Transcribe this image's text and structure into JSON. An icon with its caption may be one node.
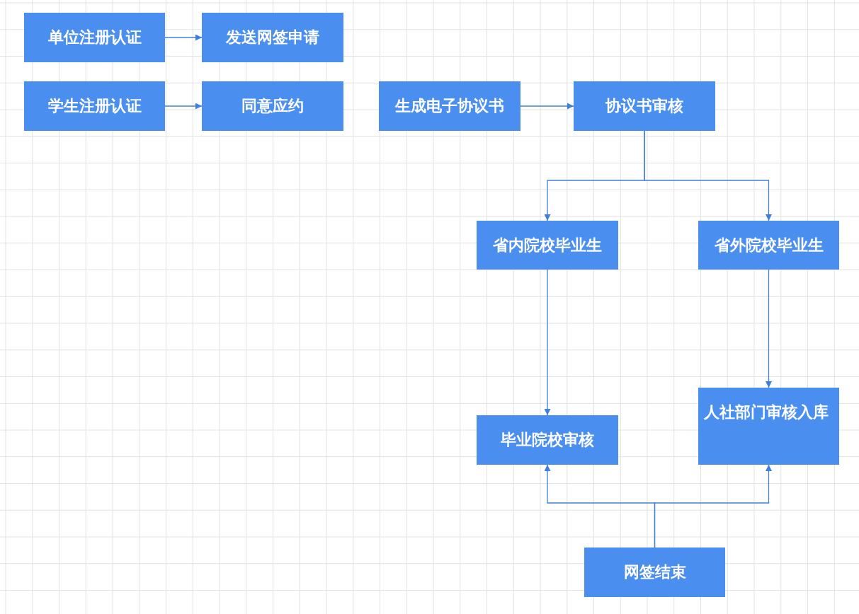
{
  "diagram": {
    "nodes": [
      {
        "text": [
          "单位注册认证"
        ]
      },
      {
        "text": [
          "发送网签申请"
        ]
      },
      {
        "text": [
          "学生注册认证"
        ]
      },
      {
        "text": [
          "同意应约"
        ]
      },
      {
        "text": [
          "生成电子协议书"
        ]
      },
      {
        "text": [
          "协议书审核"
        ]
      },
      {
        "text": [
          "省内院校毕业生"
        ]
      },
      {
        "text": [
          "省外院校毕业生"
        ]
      },
      {
        "text": [
          "毕业院校审核"
        ]
      },
      {
        "text": [
          "人社部门审核入库"
        ]
      },
      {
        "text": [
          "网签结束"
        ]
      }
    ],
    "edges": [
      {
        "from": 0,
        "to": 1,
        "arrow": "to"
      },
      {
        "from": 2,
        "to": 3,
        "arrow": "to"
      },
      {
        "from": 4,
        "to": 5,
        "arrow": "to"
      },
      {
        "from": 5,
        "to": 6,
        "arrow": "to"
      },
      {
        "from": 5,
        "to": 7,
        "arrow": "to"
      },
      {
        "from": 6,
        "to": 8,
        "arrow": "to"
      },
      {
        "from": 7,
        "to": 9,
        "arrow": "to"
      },
      {
        "from": 10,
        "to": 8,
        "arrow": "to"
      },
      {
        "from": 10,
        "to": 9,
        "arrow": "to"
      }
    ]
  }
}
